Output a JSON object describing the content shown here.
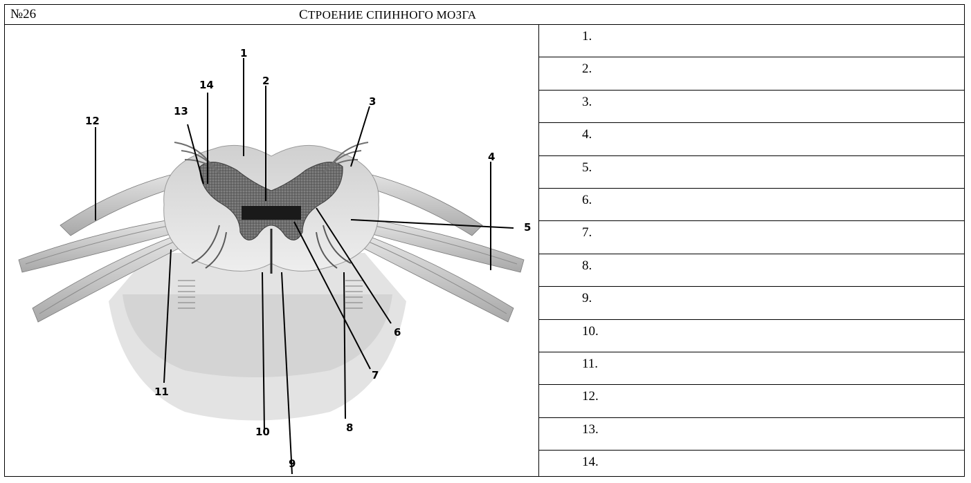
{
  "header": {
    "number": "№26",
    "title_first": "С",
    "title_rest": "ТРОЕНИЕ СПИННОГО МОЗГА"
  },
  "figure": {
    "labels": [
      "1",
      "2",
      "3",
      "4",
      "5",
      "6",
      "7",
      "8",
      "9",
      "10",
      "11",
      "12",
      "13",
      "14"
    ]
  },
  "answers": [
    "1.",
    "2.",
    "3.",
    "4.",
    "5.",
    "6.",
    "7.",
    "8.",
    "9.",
    "10.",
    "11.",
    "12.",
    "13.",
    "14."
  ]
}
